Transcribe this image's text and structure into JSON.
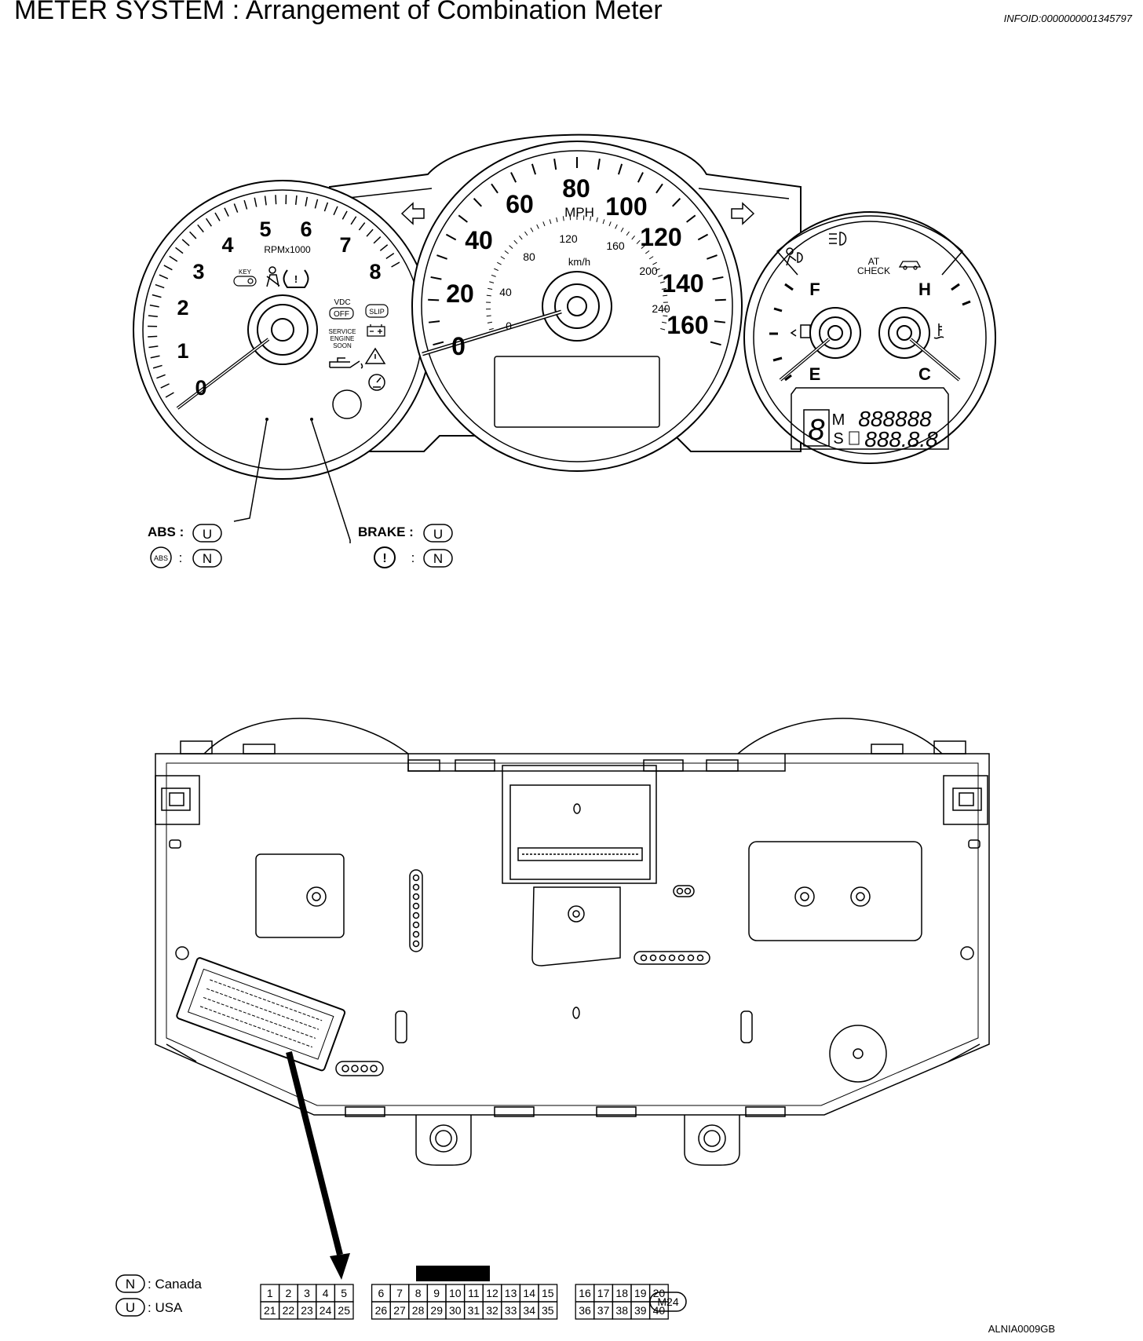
{
  "header": {
    "title": "METER SYSTEM : Arrangement of Combination Meter",
    "info_id": "INFOID:0000000001345797"
  },
  "tachometer": {
    "scale": [
      "0",
      "1",
      "2",
      "3",
      "4",
      "5",
      "6",
      "7",
      "8"
    ],
    "unit": "RPMx1000",
    "key_label": "KEY",
    "vdc_label": "VDC",
    "vdc_off_label": "OFF",
    "slip_label": "SLIP",
    "service_engine_soon": [
      "SERVICE",
      "ENGINE",
      "SOON"
    ]
  },
  "speedometer": {
    "mph_scale": [
      "0",
      "20",
      "40",
      "60",
      "80",
      "100",
      "120",
      "140",
      "160"
    ],
    "mph_unit": "MPH",
    "kmh_scale": [
      "0",
      "40",
      "80",
      "120",
      "160",
      "200",
      "240"
    ],
    "kmh_unit": "km/h"
  },
  "gauges": {
    "fuel_full": "F",
    "fuel_empty": "E",
    "temp_hot": "H",
    "temp_cold": "C",
    "at_check_label": [
      "AT",
      "CHECK"
    ],
    "odo_digits": "888888",
    "trip_digits": "888.8.8",
    "gear_digit": "8",
    "odo_mode": "M",
    "trip_mode": "S"
  },
  "callouts": {
    "abs_label": "ABS :",
    "brake_label": "BRAKE :",
    "abs_icon_text": "ABS",
    "brake_icon_text": "!",
    "colon": ":",
    "u_code": "U",
    "n_code": "N"
  },
  "connector_legend": {
    "canada_code": "N",
    "canada_label": ": Canada",
    "usa_code": "U",
    "usa_label": ": USA"
  },
  "connector": {
    "id": "M24",
    "row1": [
      "1",
      "2",
      "3",
      "4",
      "5",
      "",
      "6",
      "7",
      "8",
      "9",
      "10",
      "11",
      "12",
      "13",
      "14",
      "15",
      "",
      "16",
      "17",
      "18",
      "19",
      "20"
    ],
    "row2": [
      "21",
      "22",
      "23",
      "24",
      "25",
      "",
      "26",
      "27",
      "28",
      "29",
      "30",
      "31",
      "32",
      "33",
      "34",
      "35",
      "",
      "36",
      "37",
      "38",
      "39",
      "40"
    ]
  },
  "figure_code": "ALNIA0009GB"
}
